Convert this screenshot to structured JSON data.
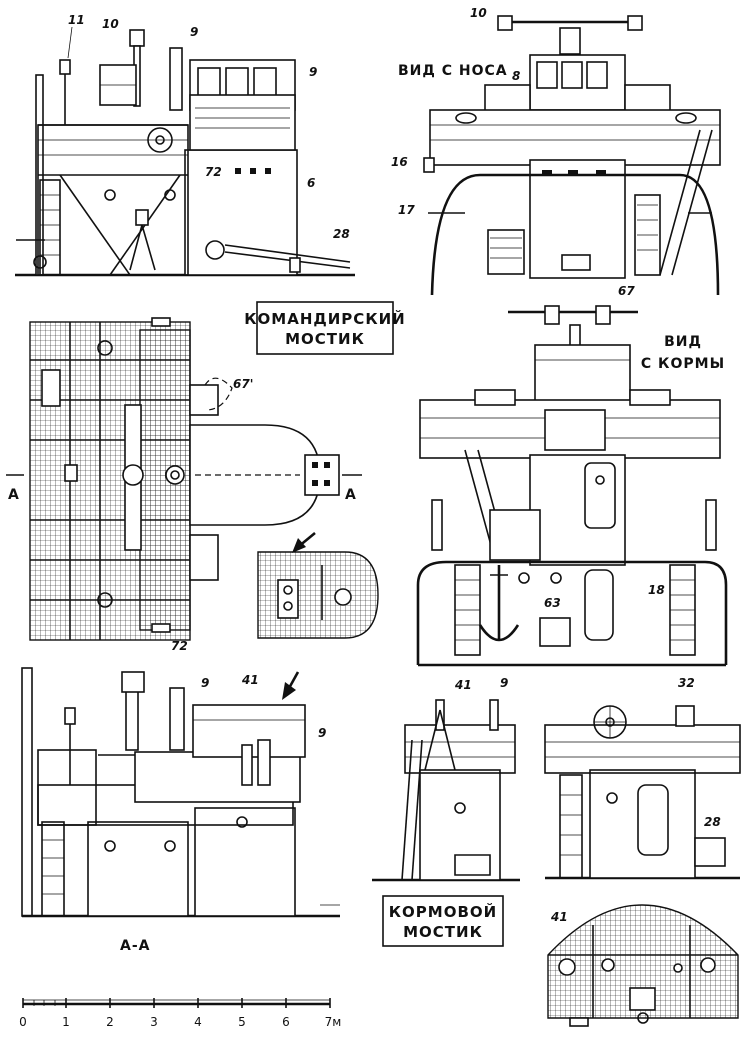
{
  "titles": {
    "commander_bridge_line1": "КОМАНДИРСКИЙ",
    "commander_bridge_line2": "МОСТИК",
    "bow_view": "ВИД С НОСА",
    "stern_view_line1": "ВИД",
    "stern_view_line2": "С КОРМЫ",
    "aft_bridge_line1": "КОРМОВОЙ",
    "aft_bridge_line2": "МОСТИК",
    "section": "А-А",
    "section_mark": "А"
  },
  "callouts": {
    "c11": "11",
    "c10": "10",
    "c9": "9",
    "c72": "72",
    "c6": "6",
    "c28": "28",
    "c8": "8",
    "c16": "16",
    "c17": "17",
    "c67": "67",
    "c67p": "67'",
    "c63": "63",
    "c18": "18",
    "c41": "41",
    "c32": "32"
  },
  "scale": {
    "ticks": [
      "0",
      "1",
      "2",
      "3",
      "4",
      "5",
      "6",
      "7м"
    ]
  }
}
